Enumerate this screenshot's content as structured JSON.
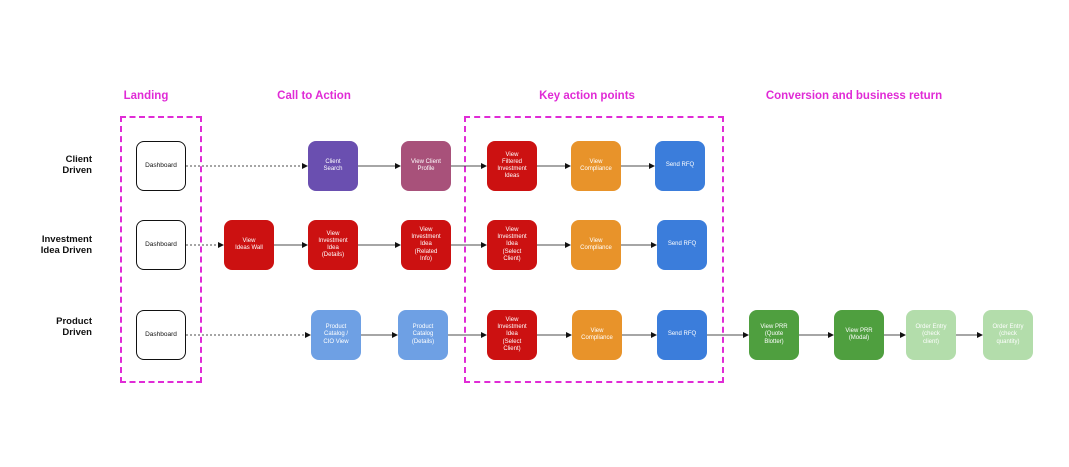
{
  "stages": [
    {
      "id": "landing",
      "title": "Landing"
    },
    {
      "id": "cta",
      "title": "Call to Action"
    },
    {
      "id": "key",
      "title": "Key action points"
    },
    {
      "id": "conversion",
      "title": "Conversion and business return"
    }
  ],
  "rows": [
    {
      "id": "client",
      "label": "Client\nDriven"
    },
    {
      "id": "investment",
      "label": "Investment\nIdea Driven"
    },
    {
      "id": "product",
      "label": "Product\nDriven"
    }
  ],
  "colors": {
    "stage_title": "#e02bd6",
    "purple": "#6a4fb0",
    "mauve": "#a8517a",
    "red": "#cc1111",
    "orange": "#e8932a",
    "blue": "#3b7ddb",
    "light_blue": "#6ea0e4",
    "green": "#4f9f3f",
    "light_green": "#b3ddab"
  },
  "nodes": [
    {
      "id": "c_dashboard",
      "row": "client",
      "label": "Dashboard",
      "style": "outline"
    },
    {
      "id": "c_client_search",
      "row": "client",
      "label": "Client\nSearch",
      "color": "#6a4fb0"
    },
    {
      "id": "c_view_client_profile",
      "row": "client",
      "label": "View Client\nProfile",
      "color": "#a8517a"
    },
    {
      "id": "c_view_filtered_ideas",
      "row": "client",
      "label": "View\nFiltered\nInvestment\nIdeas",
      "color": "#cc1111"
    },
    {
      "id": "c_view_compliance",
      "row": "client",
      "label": "View\nCompliance",
      "color": "#e8932a"
    },
    {
      "id": "c_send_rfq",
      "row": "client",
      "label": "Send RFQ",
      "color": "#3b7ddb"
    },
    {
      "id": "i_dashboard",
      "row": "investment",
      "label": "Dashboard",
      "style": "outline"
    },
    {
      "id": "i_view_ideas_wall",
      "row": "investment",
      "label": "View\nIdeas Wall",
      "color": "#cc1111"
    },
    {
      "id": "i_view_idea_details",
      "row": "investment",
      "label": "View\nInvestment\nIdea\n(Details)",
      "color": "#cc1111"
    },
    {
      "id": "i_view_idea_related",
      "row": "investment",
      "label": "View\nInvestment\nIdea\n(Related\nInfo)",
      "color": "#cc1111"
    },
    {
      "id": "i_view_idea_select_client",
      "row": "investment",
      "label": "View\nInvestment\nIdea\n(Select\nClient)",
      "color": "#cc1111"
    },
    {
      "id": "i_view_compliance",
      "row": "investment",
      "label": "View\nCompliance",
      "color": "#e8932a"
    },
    {
      "id": "i_send_rfq",
      "row": "investment",
      "label": "Send RFQ",
      "color": "#3b7ddb"
    },
    {
      "id": "p_dashboard",
      "row": "product",
      "label": "Dashboard",
      "style": "outline"
    },
    {
      "id": "p_catalog_cio",
      "row": "product",
      "label": "Product\nCatalog /\nCIO View",
      "color": "#6ea0e4"
    },
    {
      "id": "p_catalog_details",
      "row": "product",
      "label": "Product\nCatalog\n(Details)",
      "color": "#6ea0e4"
    },
    {
      "id": "p_view_idea_select_client",
      "row": "product",
      "label": "View\nInvestment\nIdea\n(Select\nClient)",
      "color": "#cc1111"
    },
    {
      "id": "p_view_compliance",
      "row": "product",
      "label": "View\nCompliance",
      "color": "#e8932a"
    },
    {
      "id": "p_send_rfq",
      "row": "product",
      "label": "Send RFQ",
      "color": "#3b7ddb"
    },
    {
      "id": "p_view_prr_quote",
      "row": "product",
      "label": "View PRR\n(Quote\nBlotter)",
      "color": "#4f9f3f"
    },
    {
      "id": "p_view_prr_modal",
      "row": "product",
      "label": "View PRR\n(Modal)",
      "color": "#4f9f3f"
    },
    {
      "id": "p_order_entry_client",
      "row": "product",
      "label": "Order Entry\n(check\nclient)",
      "color": "#b3ddab"
    },
    {
      "id": "p_order_entry_quantity",
      "row": "product",
      "label": "Order Entry\n(check\nquantity)",
      "color": "#b3ddab"
    }
  ],
  "edges": [
    {
      "from": "c_dashboard",
      "to": "c_client_search",
      "dashed": true
    },
    {
      "from": "c_client_search",
      "to": "c_view_client_profile"
    },
    {
      "from": "c_view_client_profile",
      "to": "c_view_filtered_ideas"
    },
    {
      "from": "c_view_filtered_ideas",
      "to": "c_view_compliance"
    },
    {
      "from": "c_view_compliance",
      "to": "c_send_rfq"
    },
    {
      "from": "i_dashboard",
      "to": "i_view_ideas_wall",
      "dashed": true
    },
    {
      "from": "i_view_ideas_wall",
      "to": "i_view_idea_details"
    },
    {
      "from": "i_view_idea_details",
      "to": "i_view_idea_related"
    },
    {
      "from": "i_view_idea_related",
      "to": "i_view_idea_select_client"
    },
    {
      "from": "i_view_idea_select_client",
      "to": "i_view_compliance"
    },
    {
      "from": "i_view_compliance",
      "to": "i_send_rfq"
    },
    {
      "from": "p_dashboard",
      "to": "p_catalog_cio",
      "dashed": true
    },
    {
      "from": "p_catalog_cio",
      "to": "p_catalog_details"
    },
    {
      "from": "p_catalog_details",
      "to": "p_view_idea_select_client"
    },
    {
      "from": "p_view_idea_select_client",
      "to": "p_view_compliance"
    },
    {
      "from": "p_view_compliance",
      "to": "p_send_rfq"
    },
    {
      "from": "p_send_rfq",
      "to": "p_view_prr_quote"
    },
    {
      "from": "p_view_prr_quote",
      "to": "p_view_prr_modal"
    },
    {
      "from": "p_view_prr_modal",
      "to": "p_order_entry_client"
    },
    {
      "from": "p_order_entry_client",
      "to": "p_order_entry_quantity"
    }
  ]
}
